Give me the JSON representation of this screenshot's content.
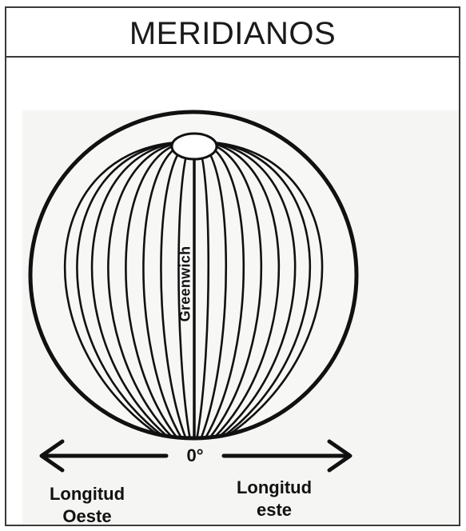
{
  "title": "MERIDIANOS",
  "globe": {
    "meridian_label": "Greenwich"
  },
  "axis": {
    "zero_label": "0°",
    "west_label": "Longitud\nOeste",
    "east_label": "Longitud\neste"
  }
}
